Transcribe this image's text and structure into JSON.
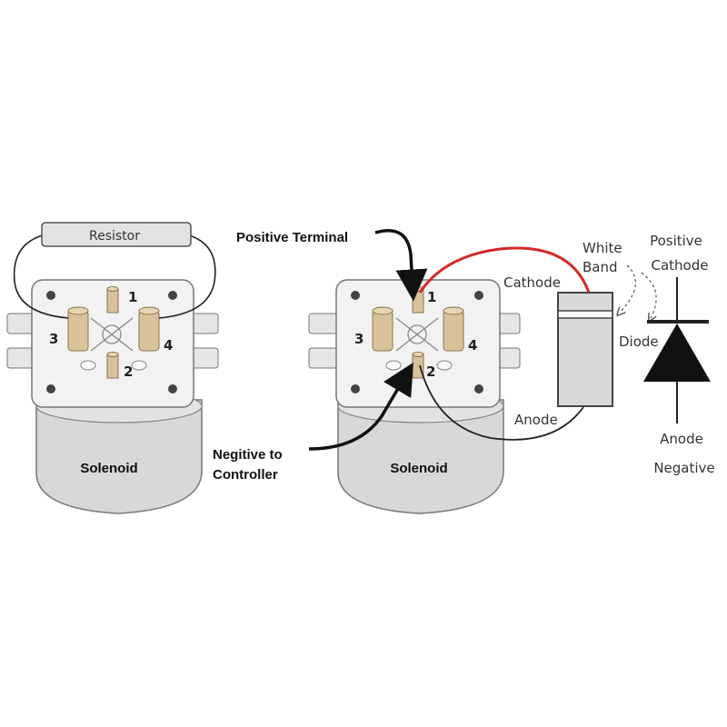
{
  "left_solenoid": {
    "resistor_label": "Resistor",
    "body_label": "Solenoid",
    "terminals": [
      "1",
      "2",
      "3",
      "4"
    ]
  },
  "right_solenoid": {
    "body_label": "Solenoid",
    "terminals": [
      "1",
      "2",
      "3",
      "4"
    ]
  },
  "annotations": {
    "positive_terminal": "Positive Terminal",
    "negative_line1": "Negitive to",
    "negative_line2": "Controller"
  },
  "diode": {
    "cathode": "Cathode",
    "white_line1": "White",
    "white_line2": "Band",
    "anode": "Anode",
    "diode_label": "Diode"
  },
  "symbol": {
    "top_line1": "Positive",
    "top_line2": "Cathode",
    "bottom_line1": "Anode",
    "bottom_line2": "Negative"
  },
  "colors": {
    "red_wire": "#d62828",
    "terminal_fill": "#d9c29a",
    "body_gray": "#d8d8d8"
  }
}
